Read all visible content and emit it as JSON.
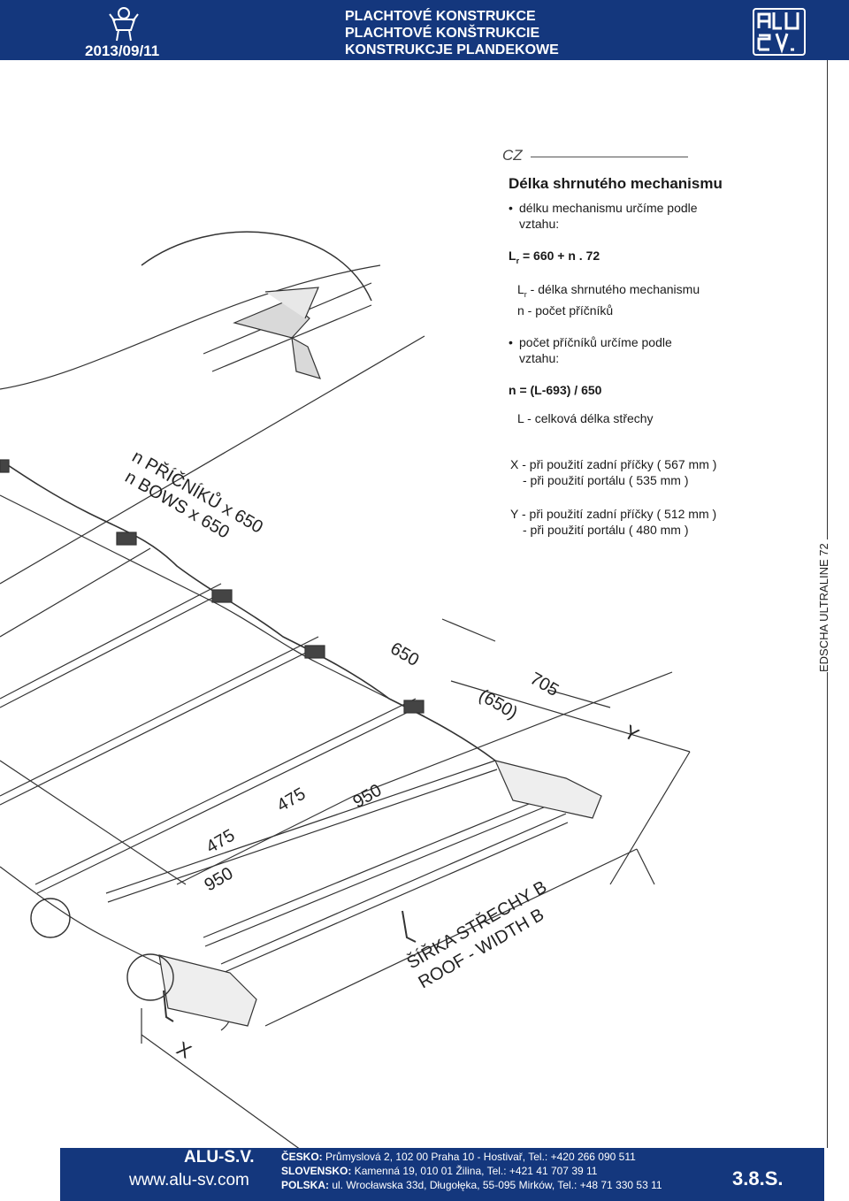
{
  "header": {
    "date": "2013/09/11",
    "titles": [
      "PLACHTOVÉ KONSTRUKCE",
      "PLACHTOVÉ KONŠTRUKCIE",
      "KONSTRUKCJE PLANDEKOWE"
    ],
    "logo_text": "ALU S.V."
  },
  "side_label": "EDSCHA ULTRALINE 72",
  "lang_tag": "CZ",
  "content": {
    "title": "Délka shrnutého mechanismu",
    "bullet1": "délku mechanismu určíme podle vztahu:",
    "formula1_main": "L",
    "formula1_sub": "r",
    "formula1_rest": " = 660 + n . 72",
    "def1_main": "L",
    "def1_sub": "r",
    "def1_rest": " - délka shrnutého mechanismu",
    "def2": "n - počet příčníků",
    "bullet2": "počet příčníků určíme podle vztahu:",
    "formula2": "n = (L-693) / 650",
    "def3": "L - celková délka střechy",
    "x_line1": "X - při použití zadní příčky ( 567 mm )",
    "x_line2": "- při použití portálu ( 535 mm )",
    "y_line1": "Y - při použití zadní příčky ( 512 mm )",
    "y_line2": "- při použití portálu ( 480 mm )"
  },
  "drawing_labels": {
    "bows_cz": "n PŘÍČNÍKŮ x 650",
    "bows_en": "n BOWS x 650",
    "dim_650": "650",
    "dim_650_paren": "(650)",
    "dim_705": "705",
    "dim_y": "Y",
    "dim_475a": "475",
    "dim_475b": "475",
    "dim_950a": "950",
    "dim_950b": "950",
    "width_cz": "ŠÍŘKA STŘECHY  B",
    "width_en": "ROOF - WIDTH  B",
    "dim_x": "X"
  },
  "footer": {
    "brand": "ALU-S.V.",
    "web": "www.alu-sv.com",
    "cz_label": "ČESKO:",
    "cz_addr": "Průmyslová 2, 102 00 Praha 10 - Hostivař, Tel.: +420 266 090 511",
    "sk_label": "SLOVENSKO:",
    "sk_addr": "Kamenná 19, 010 01 Žilina,  Tel.: +421 41 707 39 11",
    "pl_label": "POLSKA:",
    "pl_addr": "ul. Wrocławska 33d, Długołęka, 55-095 Mirków, Tel.: +48 71 330 53 11",
    "page": "3.8.S."
  },
  "colors": {
    "brand_blue": "#14377d",
    "line": "#333333"
  }
}
